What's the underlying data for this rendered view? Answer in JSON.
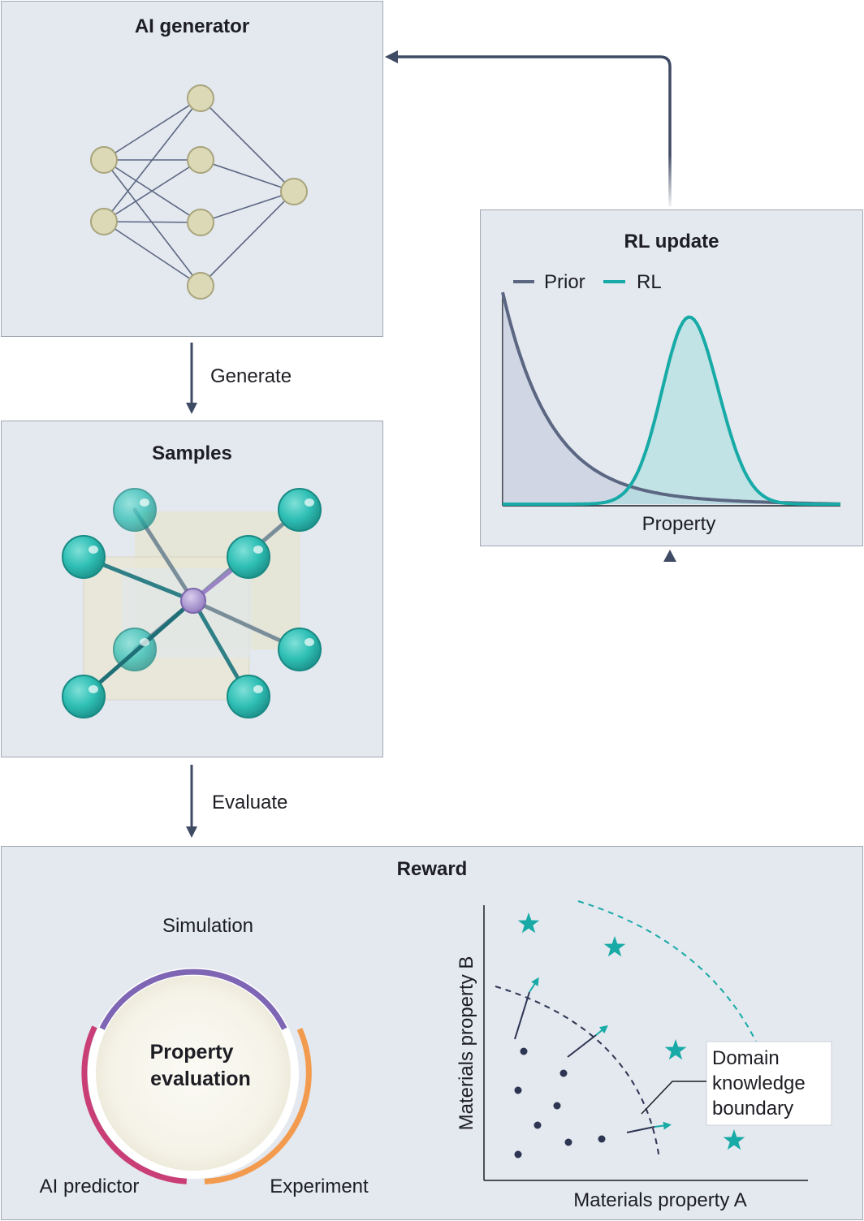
{
  "generator": {
    "title": "AI generator"
  },
  "samples": {
    "title": "Samples"
  },
  "rl_update": {
    "title": "RL update",
    "legend": [
      {
        "name": "Prior",
        "color": "#5b6782"
      },
      {
        "name": "RL",
        "color": "#17aaa6"
      }
    ],
    "xlabel": "Property"
  },
  "reward": {
    "title": "Reward",
    "cycle": {
      "center_line1": "Property",
      "center_line2": "evaluation",
      "simulation": "Simulation",
      "experiment": "Experiment",
      "ai_predictor": "AI predictor",
      "colors": {
        "simulation": "#7e66b4",
        "experiment": "#f29a4d",
        "ai_predictor": "#c93e77"
      }
    },
    "scatter": {
      "xlabel": "Materials property A",
      "ylabel": "Materials property B",
      "annotation_line1": "Domain",
      "annotation_line2": "knowledge",
      "annotation_line3": "boundary"
    }
  },
  "flow": {
    "generate": "Generate",
    "evaluate": "Evaluate"
  },
  "colors": {
    "arrow": "#3f4a64",
    "node": "#dcd9b7",
    "atom": "#2fbfb5",
    "center_atom": "#a996cd"
  }
}
